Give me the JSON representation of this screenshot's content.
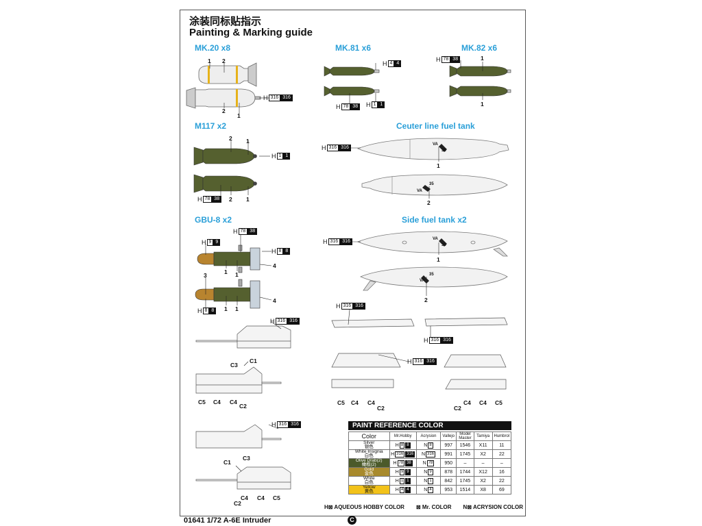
{
  "header": {
    "title_cn": "涂装同标贴指示",
    "title_en": "Painting & Marking guide"
  },
  "sections": {
    "mk20": "MK.20 x8",
    "mk81": "MK.81 x6",
    "mk82": "MK.82 x6",
    "m117": "M117 x2",
    "center_tank": "Ceuter line fuel tank",
    "gbu8": "GBU-8 x2",
    "side_tank": "Side fuel tank x2"
  },
  "labels": {
    "n1": "1",
    "n2": "2",
    "n3": "3",
    "n4": "4",
    "c1": "C1",
    "c2": "C2",
    "c3": "C3",
    "c4": "C4",
    "c5": "C5",
    "va": "VA",
    "n35": "35",
    "h": "H",
    "n": "N"
  },
  "codes": {
    "c316": "316",
    "c78": "78",
    "c38": "38",
    "c4": "4",
    "c1": "1",
    "c9": "9",
    "c8": "8"
  },
  "paint": {
    "title": "PAINT  REFERENCE COLOR",
    "headers": {
      "color": "Color",
      "mrhobby": "Mr.Hobby",
      "acrysion": "Acrysion",
      "vallejo": "Vallejo",
      "model_master": "Model Master",
      "tamiya": "Tamiya",
      "humbrol": "Humbrol"
    },
    "rows": [
      {
        "name": "Silver",
        "cn": "银色",
        "h1": "8",
        "h2": "8",
        "n": "8",
        "vallejo": "997",
        "mm": "1546",
        "tamiya": "X11",
        "humbrol": "11",
        "bg": "#ffffff",
        "fg": "#111111"
      },
      {
        "name": "White Insignia",
        "cn": "白色",
        "h1": "316",
        "h2": "316",
        "n": "316",
        "vallejo": "991",
        "mm": "1745",
        "tamiya": "X2",
        "humbrol": "22",
        "bg": "#ffffff",
        "fg": "#111111"
      },
      {
        "name": "Olive Drab(2)",
        "cn": "橄榄(2)",
        "h1": "78",
        "h2": "38",
        "n": "78",
        "vallejo": "950",
        "mm": "–",
        "tamiya": "–",
        "humbrol": "–",
        "bg": "#4b5a2a",
        "fg": "#ffffff"
      },
      {
        "name": "Gold",
        "cn": "金色",
        "h1": "9",
        "h2": "9",
        "n": "9",
        "vallejo": "878",
        "mm": "1744",
        "tamiya": "X12",
        "humbrol": "16",
        "bg": "#a88a2c",
        "fg": "#ffffff"
      },
      {
        "name": "White",
        "cn": "白色",
        "h1": "1",
        "h2": "1",
        "n": "1",
        "vallejo": "842",
        "mm": "1745",
        "tamiya": "X2",
        "humbrol": "22",
        "bg": "#ffffff",
        "fg": "#111111"
      },
      {
        "name": "Yellow",
        "cn": "黄色",
        "h1": "4",
        "h2": "4",
        "n": "4",
        "vallejo": "953",
        "mm": "1514",
        "tamiya": "X8",
        "humbrol": "69",
        "bg": "#f2c21a",
        "fg": "#111111"
      }
    ]
  },
  "legend": {
    "h": "H",
    "h_text": "AQUEOUS HOBBY COLOR",
    "mr_text": "Mr. COLOR",
    "n": "N",
    "n_text": "ACRYSION COLOR"
  },
  "footer": {
    "text": "01641 1/72 A-6E Intruder",
    "page": "C"
  }
}
